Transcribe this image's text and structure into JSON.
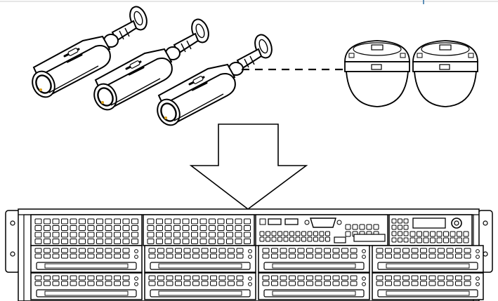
{
  "diagram": {
    "cameras": {
      "bullet_count": 3,
      "dome_count": 2
    },
    "connector": {
      "style": "dashed",
      "dash_count": 8
    },
    "arrow": {
      "direction": "down"
    },
    "recorder": {
      "type": "rack-mount server / NVR",
      "front_panel": {
        "usb_ports": 2,
        "drive_bay_columns": 4,
        "drive_bay_rows": 2
      }
    },
    "colors": {
      "line": "#000000",
      "accent": "#2d6fa3",
      "lens_glint": "#d8a020",
      "background": "#ffffff"
    }
  }
}
